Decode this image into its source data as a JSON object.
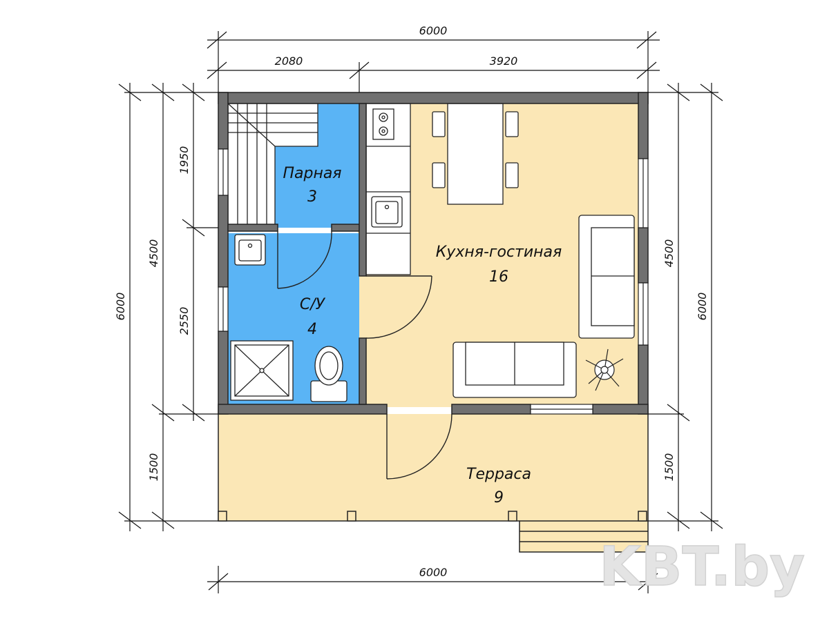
{
  "colors": {
    "wall": "#707070",
    "floor_living": "#fbe7b6",
    "floor_terrace": "#fbe7b6",
    "floor_wet": "#5ab4f5",
    "line": "#111111",
    "watermark": "#e4e4e4"
  },
  "dimensions": {
    "top_total": "6000",
    "top_left": "2080",
    "top_right": "3920",
    "bottom_total": "6000",
    "left_outer": "6000",
    "left_main": "4500",
    "left_upper": "1950",
    "left_lower": "2550",
    "left_terrace": "1500",
    "right_outer": "6000",
    "right_main": "4500",
    "right_terrace": "1500"
  },
  "rooms": {
    "steam_room": {
      "name": "Парная",
      "area": "3"
    },
    "bathroom": {
      "name": "С/У",
      "area": "4"
    },
    "kitchen_living": {
      "name": "Кухня-гостиная",
      "area": "16"
    },
    "terrace": {
      "name": "Терраса",
      "area": "9"
    }
  },
  "watermark": {
    "text": "KBT.by"
  },
  "icons": [
    "stove-icon",
    "sink-icon",
    "shower-icon",
    "toilet-icon",
    "dining-table-icon",
    "sofa-icon",
    "armchair-icon",
    "plant-icon",
    "door-swing-icon"
  ]
}
